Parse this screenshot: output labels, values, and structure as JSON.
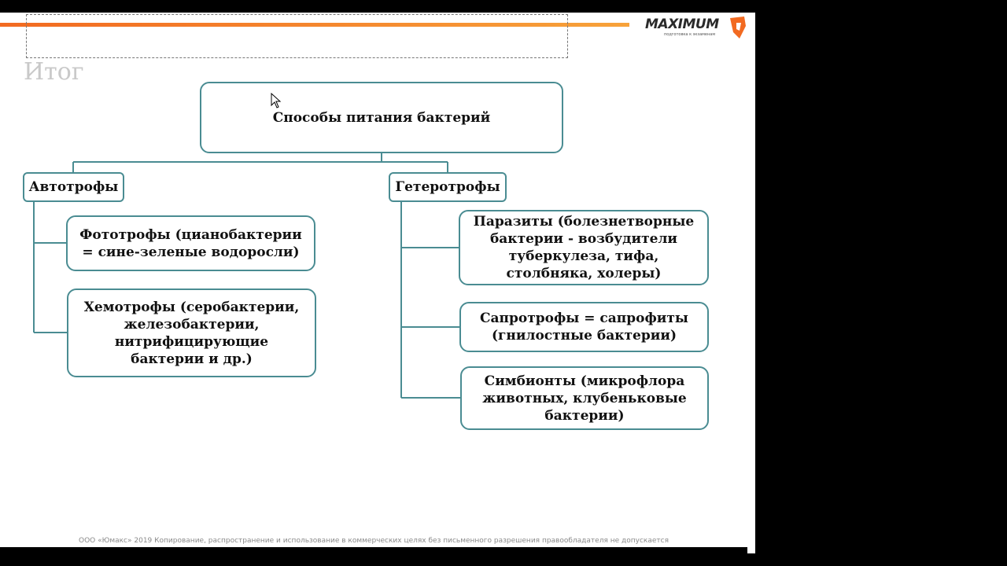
{
  "header": {
    "subtitle": "Итог",
    "logo_text": "MAXIMUM",
    "logo_subtext": "подготовка к экзаменам"
  },
  "diagram": {
    "root": "Способы питания бактерий",
    "left": {
      "title": "Автотрофы",
      "children": [
        [
          "Фототрофы (цианобактерии",
          "= сине-зеленые водоросли)"
        ],
        [
          "Хемотрофы (серобактерии,",
          "железобактерии,",
          "нитрифицирующие",
          "бактерии и др.)"
        ]
      ]
    },
    "right": {
      "title": "Гетеротрофы",
      "children": [
        [
          "Паразиты (болезнетворные",
          "бактерии - возбудители",
          "туберкулеза, тифа,",
          "столбняка, холеры)"
        ],
        [
          "Сапротрофы = сапрофиты",
          "(гнилостные бактерии)"
        ],
        [
          "Симбионты (микрофлора",
          "животных, клубеньковые",
          "бактерии)"
        ]
      ]
    }
  },
  "footer": {
    "text": "ООО «Юмакс» 2019 Копирование, распространение и использование в коммерческих целях без письменного разрешения правообладателя не допускается"
  },
  "colors": {
    "box_border": "#4a8c92",
    "accent_bar": "#f26a21"
  }
}
